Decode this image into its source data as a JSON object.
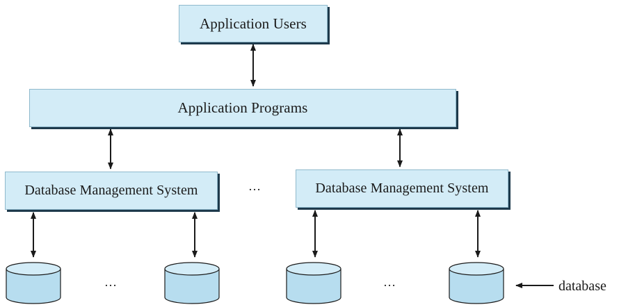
{
  "diagram": {
    "users_label": "Application Users",
    "programs_label": "Application Programs",
    "dbms_left_label": "Database Management System",
    "dbms_right_label": "Database Management System",
    "ellipsis_dbms": "…",
    "ellipsis_db_left": "…",
    "ellipsis_db_right": "…",
    "database_label": "database"
  },
  "colors": {
    "box_fill": "#d3ecf7",
    "box_border": "#8fb9cc",
    "box_shadow": "#1e3a4c",
    "cylinder_fill": "#d3ecf7",
    "cylinder_side": "#b7ddef",
    "line": "#1a1a1a"
  }
}
